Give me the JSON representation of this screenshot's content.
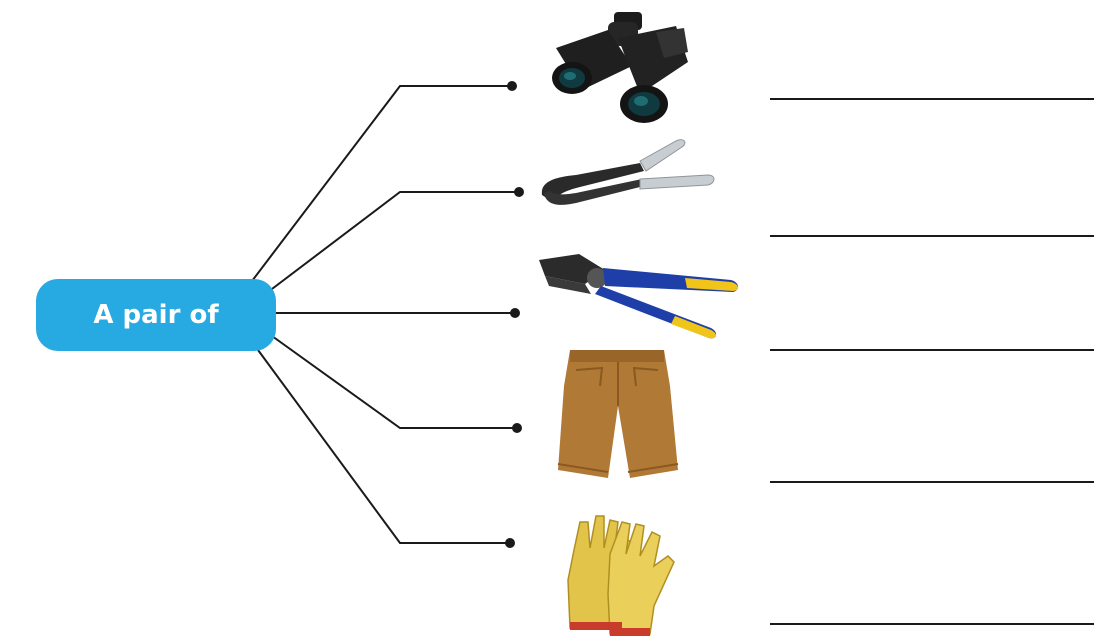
{
  "center_label": {
    "text": "A pair of",
    "color": "#27a9e1"
  },
  "items": [
    {
      "name": "binoculars",
      "icon": "binoculars-icon"
    },
    {
      "name": "tongs",
      "icon": "tongs-icon"
    },
    {
      "name": "pliers",
      "icon": "pliers-icon"
    },
    {
      "name": "shorts",
      "icon": "shorts-icon"
    },
    {
      "name": "gloves",
      "icon": "gloves-icon"
    }
  ],
  "answer_lines": [
    {
      "value": ""
    },
    {
      "value": ""
    },
    {
      "value": ""
    },
    {
      "value": ""
    },
    {
      "value": ""
    }
  ],
  "colors": {
    "line": "#1a1a1a",
    "accent": "#27a9e1"
  }
}
